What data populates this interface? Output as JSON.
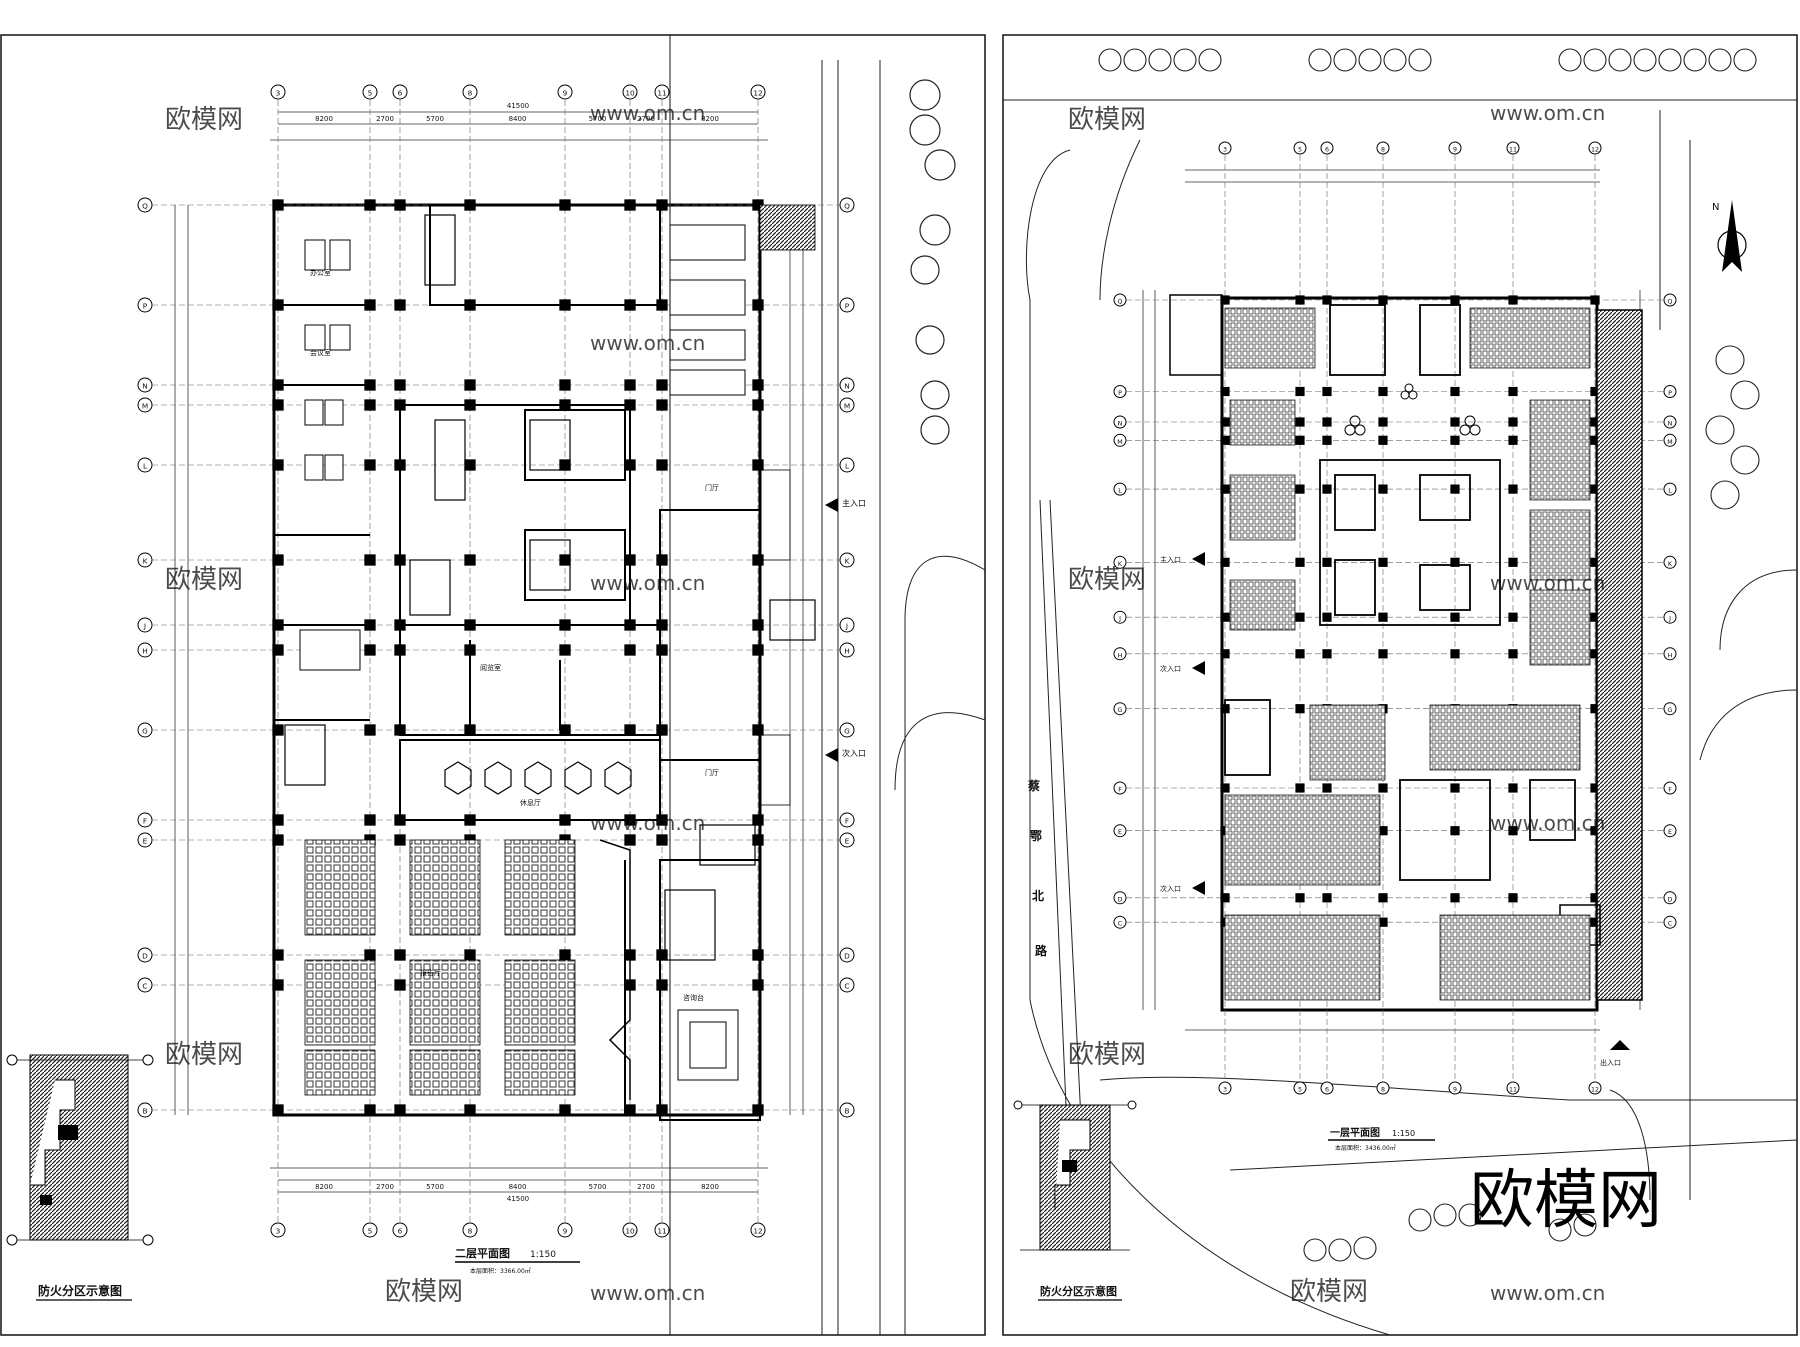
{
  "left_sheet": {
    "title": "二层平面图",
    "scale": "1:150",
    "area_note": "本层面积：3366.00㎡",
    "legend_title": "防火分区示意图",
    "axes_top": [
      "3",
      "5",
      "6",
      "8",
      "9",
      "10",
      "11",
      "12"
    ],
    "axes_side": [
      "Q",
      "P",
      "N",
      "M",
      "L",
      "K",
      "J",
      "H",
      "G",
      "F",
      "E",
      "D",
      "C",
      "B"
    ],
    "dim_top_row1": [
      "8200",
      "2700",
      "5700",
      "8400",
      "5700",
      "2700",
      "8200"
    ],
    "dim_total": "41500",
    "entrance_labels": [
      "主入口",
      "次入口"
    ],
    "room_labels": [
      "门厅",
      "门厅",
      "办公室",
      "会议室",
      "阅览室",
      "报告厅",
      "休息厅",
      "咨询台"
    ]
  },
  "right_sheet": {
    "title": "一层平面图",
    "scale": "1:150",
    "area_note": "本层面积：3436.00㎡",
    "legend_title": "防火分区示意图",
    "road_name": [
      "蔡",
      "鄂",
      "北",
      "路"
    ],
    "axes_top": [
      "3",
      "5",
      "6",
      "8",
      "9",
      "11",
      "12"
    ],
    "axes_side": [
      "Q",
      "P",
      "N",
      "M",
      "L",
      "K",
      "J",
      "H",
      "G",
      "F",
      "E",
      "D",
      "C"
    ],
    "entrance_labels": [
      "主入口",
      "次入口",
      "次入口",
      "出入口"
    ]
  },
  "watermarks": {
    "small": "欧模网",
    "url": "www.om.cn",
    "large": "欧模网"
  },
  "colors": {
    "line": "#111111",
    "watermark": "#c9c9c9",
    "hatch": "#333333"
  }
}
